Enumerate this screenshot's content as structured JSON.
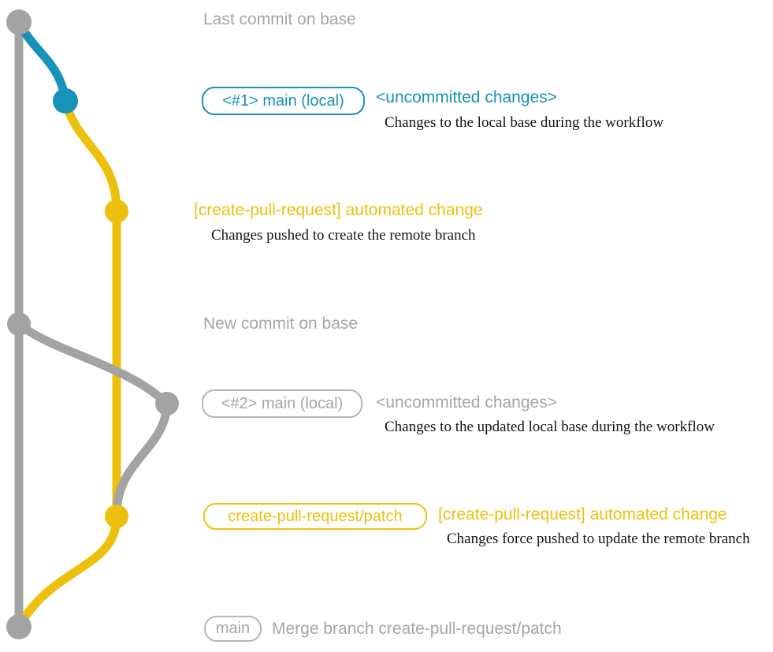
{
  "colors": {
    "gray_line": "#A3A3A3",
    "gray_text": "#A6A6A6",
    "gray_border": "#B6B6B6",
    "teal": "#1792B9",
    "yellow": "#EEC00E",
    "black": "#141414",
    "background": "#FFFFFF"
  },
  "notes": {
    "last_commit": "Last commit on base",
    "new_commit": "New commit on base",
    "merge_commit": "Merge branch create-pull-request/patch"
  },
  "badges": {
    "main_local_1": "<#1> main (local)",
    "main_local_2": "<#2> main (local)",
    "patch_branch": "create-pull-request/patch",
    "main": "main"
  },
  "events": {
    "uncommitted_1": {
      "title": "<uncommitted changes>",
      "desc": "Changes to the local base during the workflow"
    },
    "automated_1": {
      "title": "[create-pull-request] automated change",
      "desc": "Changes pushed to create the remote branch"
    },
    "uncommitted_2": {
      "title": "<uncommitted changes>",
      "desc": "Changes to the updated local base during the workflow"
    },
    "automated_2": {
      "title": "[create-pull-request] automated change",
      "desc": "Changes force pushed to update the remote branch"
    }
  }
}
